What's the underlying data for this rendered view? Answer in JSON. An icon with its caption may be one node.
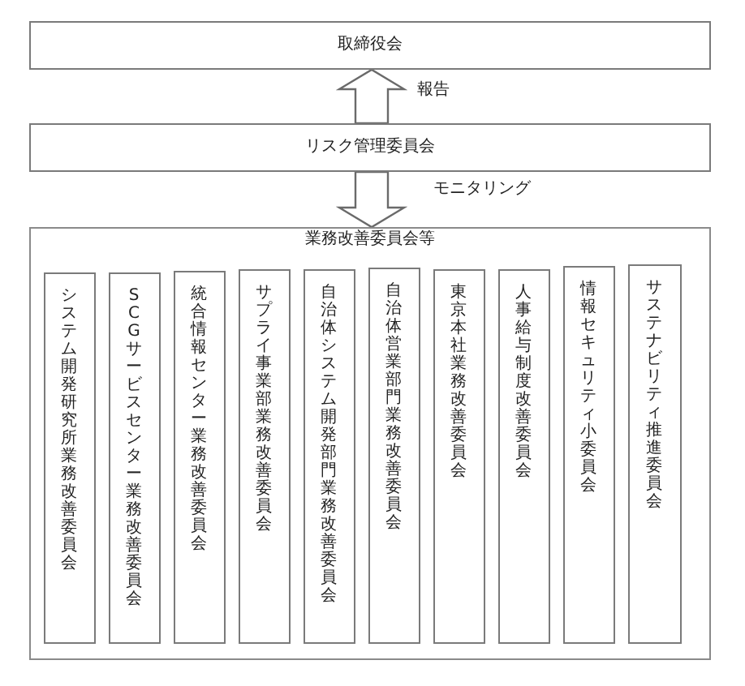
{
  "diagram": {
    "nodes": [
      {
        "text": [
          "取締役会"
        ]
      },
      {
        "text": [
          "リスク管理委員会"
        ]
      },
      {
        "text": [
          "業務改善委員会等"
        ]
      },
      {
        "text": [
          "システム開発研究所業務改善委員会"
        ],
        "in": 2
      },
      {
        "text": [
          "SCGサービスセンター業務改善委員会"
        ],
        "in": 2
      },
      {
        "text": [
          "統合情報センター業務改善委員会"
        ],
        "in": 2
      },
      {
        "text": [
          "サプライ事業部業務改善委員会"
        ],
        "in": 2
      },
      {
        "text": [
          "自治体システム開発部門業務改善委員会"
        ],
        "in": 2
      },
      {
        "text": [
          "自治体営業部門業務改善委員会"
        ],
        "in": 2
      },
      {
        "text": [
          "東京本社業務改善委員会"
        ],
        "in": 2
      },
      {
        "text": [
          "人事給与制度改善委員会"
        ],
        "in": 2
      },
      {
        "text": [
          "情報セキュリティ小委員会"
        ],
        "in": 2
      },
      {
        "text": [
          "サステナビリティ推進委員会"
        ],
        "in": 2
      }
    ],
    "edges": [
      {
        "from": 1,
        "to": 0,
        "arrow": "to",
        "label": "報告"
      },
      {
        "from": 1,
        "to": 2,
        "arrow": "to",
        "label": "モニタリング"
      }
    ]
  }
}
